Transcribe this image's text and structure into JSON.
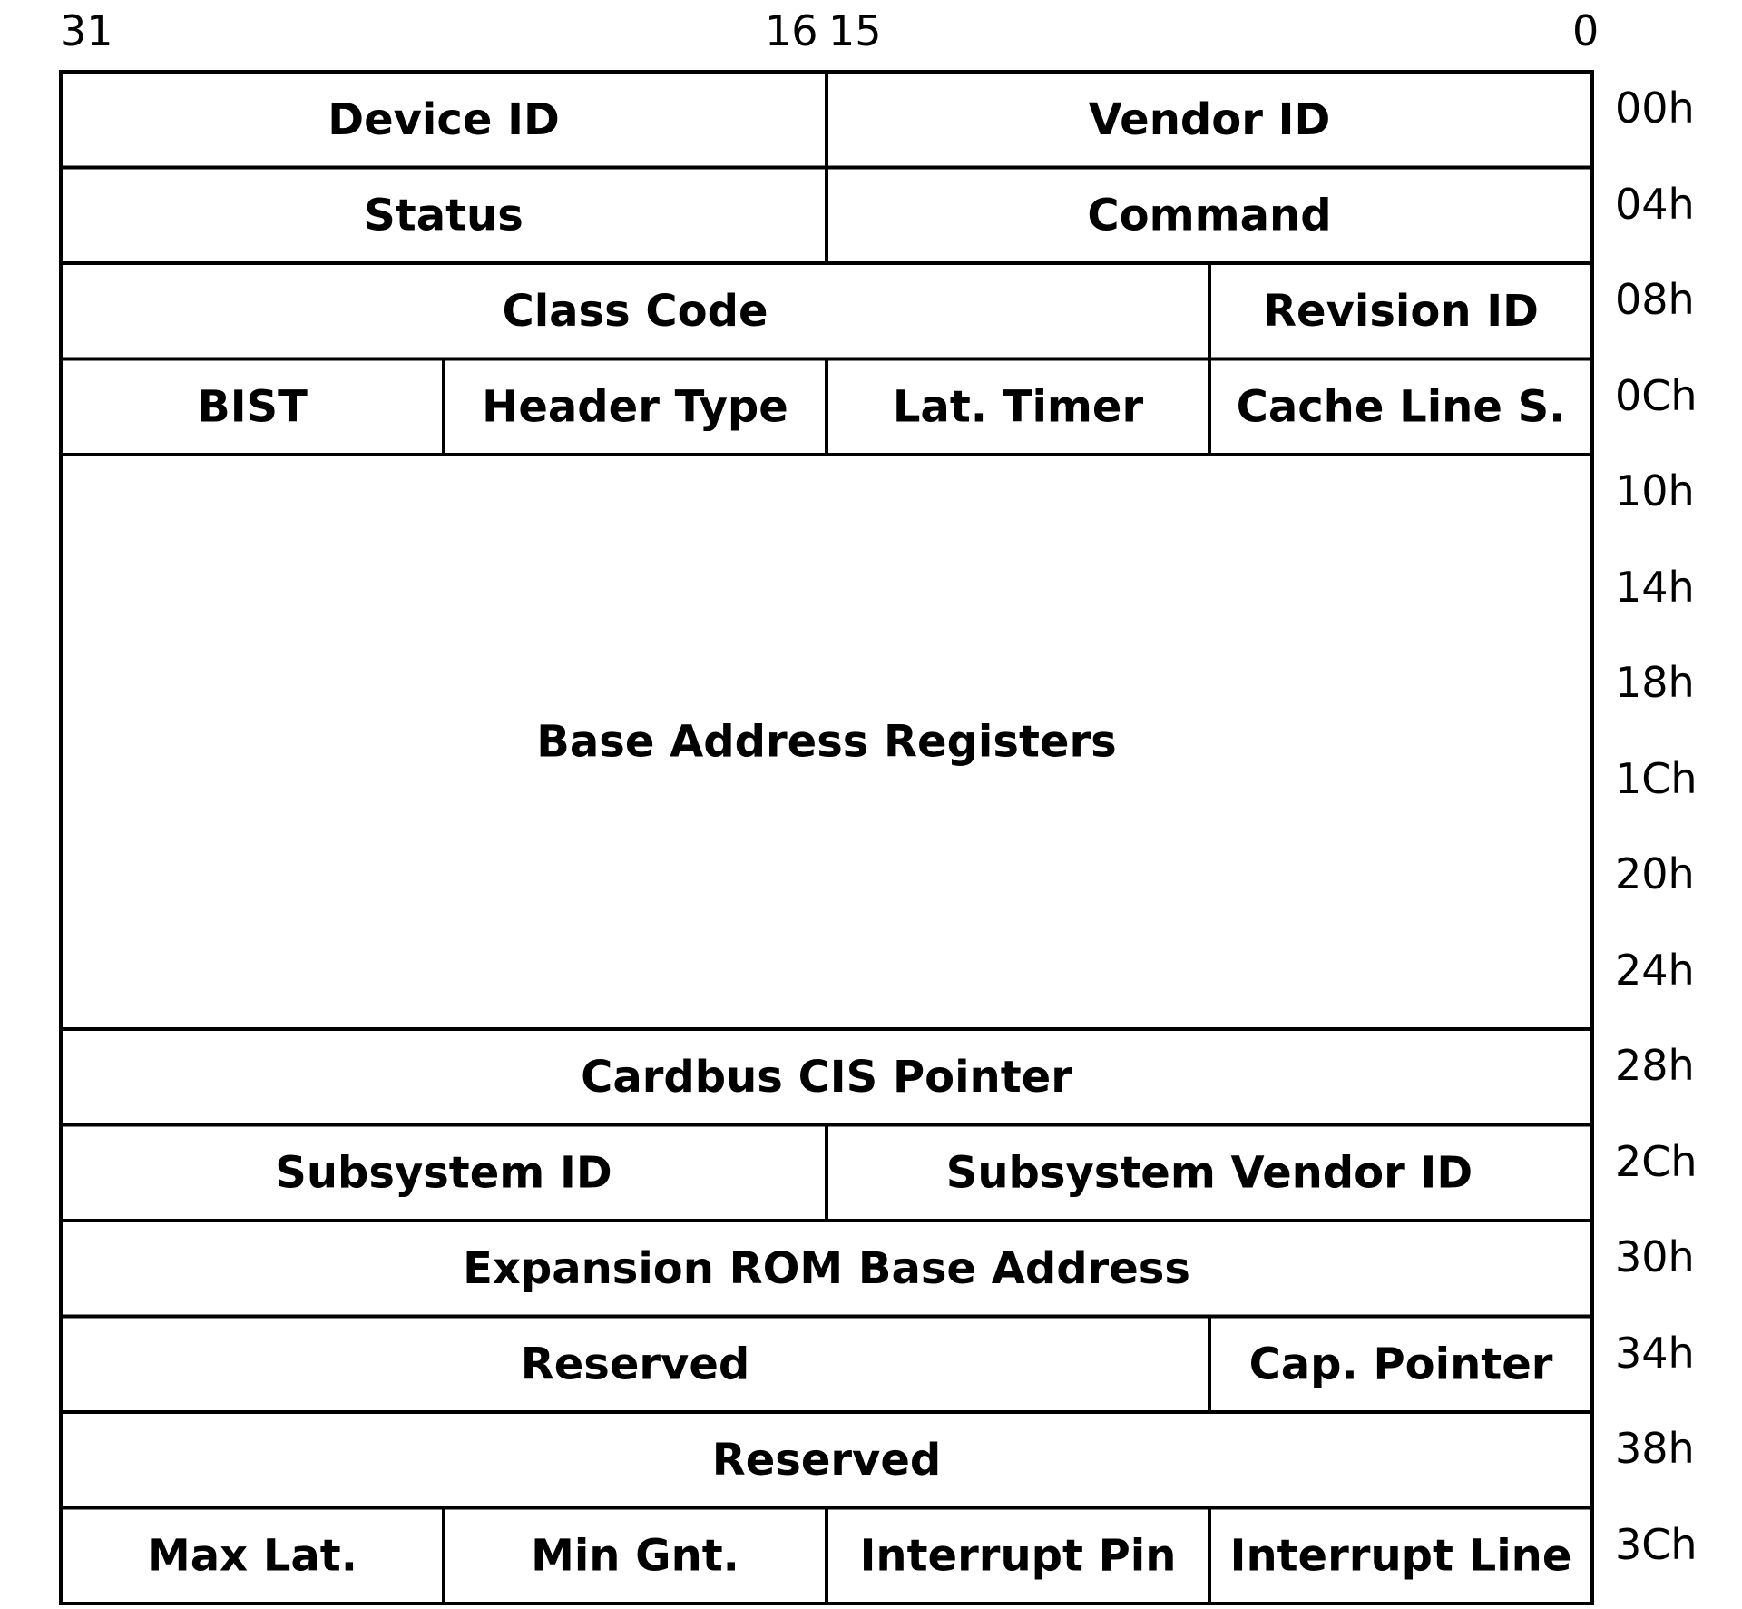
{
  "bit_labels": [
    "31",
    "16",
    "15",
    "0"
  ],
  "offsets": [
    "00h",
    "04h",
    "08h",
    "0Ch",
    "10h",
    "14h",
    "18h",
    "1Ch",
    "20h",
    "24h",
    "28h",
    "2Ch",
    "30h",
    "34h",
    "38h",
    "3Ch"
  ],
  "registers": [
    {
      "name": "Device ID",
      "row": 0,
      "rows": 1,
      "col": 0,
      "cols": 2
    },
    {
      "name": "Vendor ID",
      "row": 0,
      "rows": 1,
      "col": 2,
      "cols": 2
    },
    {
      "name": "Status",
      "row": 1,
      "rows": 1,
      "col": 0,
      "cols": 2
    },
    {
      "name": "Command",
      "row": 1,
      "rows": 1,
      "col": 2,
      "cols": 2
    },
    {
      "name": "Class Code",
      "row": 2,
      "rows": 1,
      "col": 0,
      "cols": 3
    },
    {
      "name": "Revision ID",
      "row": 2,
      "rows": 1,
      "col": 3,
      "cols": 1
    },
    {
      "name": "BIST",
      "row": 3,
      "rows": 1,
      "col": 0,
      "cols": 1
    },
    {
      "name": "Header Type",
      "row": 3,
      "rows": 1,
      "col": 1,
      "cols": 1
    },
    {
      "name": "Lat. Timer",
      "row": 3,
      "rows": 1,
      "col": 2,
      "cols": 1
    },
    {
      "name": "Cache Line S.",
      "row": 3,
      "rows": 1,
      "col": 3,
      "cols": 1
    },
    {
      "name": "Base Address Registers",
      "row": 4,
      "rows": 6,
      "col": 0,
      "cols": 4
    },
    {
      "name": "Cardbus CIS Pointer",
      "row": 10,
      "rows": 1,
      "col": 0,
      "cols": 4
    },
    {
      "name": "Subsystem ID",
      "row": 11,
      "rows": 1,
      "col": 0,
      "cols": 2
    },
    {
      "name": "Subsystem Vendor ID",
      "row": 11,
      "rows": 1,
      "col": 2,
      "cols": 2
    },
    {
      "name": "Expansion ROM Base Address",
      "row": 12,
      "rows": 1,
      "col": 0,
      "cols": 4
    },
    {
      "name": "Reserved",
      "row": 13,
      "rows": 1,
      "col": 0,
      "cols": 3
    },
    {
      "name": "Cap. Pointer",
      "row": 13,
      "rows": 1,
      "col": 3,
      "cols": 1
    },
    {
      "name": "Reserved",
      "row": 14,
      "rows": 1,
      "col": 0,
      "cols": 4
    },
    {
      "name": "Max Lat.",
      "row": 15,
      "rows": 1,
      "col": 0,
      "cols": 1
    },
    {
      "name": "Min Gnt.",
      "row": 15,
      "rows": 1,
      "col": 1,
      "cols": 1
    },
    {
      "name": "Interrupt Pin",
      "row": 15,
      "rows": 1,
      "col": 2,
      "cols": 1
    },
    {
      "name": "Interrupt Line",
      "row": 15,
      "rows": 1,
      "col": 3,
      "cols": 1
    }
  ]
}
